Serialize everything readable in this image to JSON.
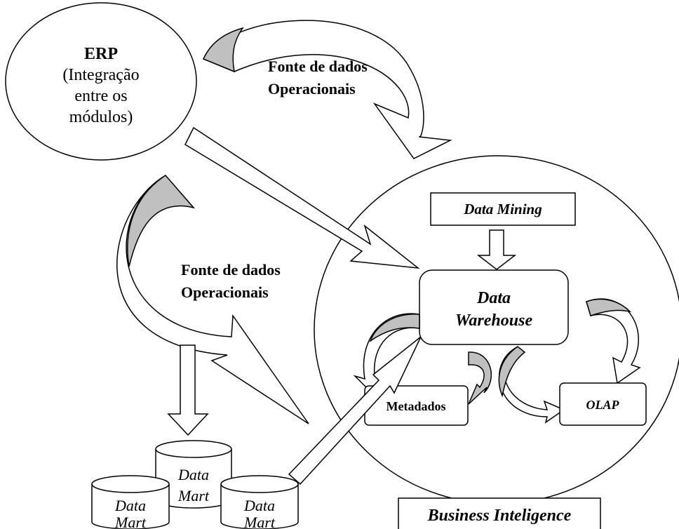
{
  "erp": {
    "title": "ERP",
    "line1": "(Integração",
    "line2": "entre os",
    "line3": "módulos)"
  },
  "source_top": {
    "line1": "Fonte de dados",
    "line2": "Operacionais"
  },
  "source_mid": {
    "line1": "Fonte de dados",
    "line2": "Operacionais"
  },
  "bi": {
    "data_mining": "Data Mining",
    "dw_line1": "Data",
    "dw_line2": "Warehouse",
    "metadados": "Metadados",
    "olap": "OLAP",
    "label": "Business Inteligence"
  },
  "data_marts": [
    {
      "line1": "Data",
      "line2": "Mart"
    },
    {
      "line1": "Data",
      "line2": "Mart"
    },
    {
      "line1": "Data",
      "line2": "Mart"
    }
  ],
  "colors": {
    "stroke": "#000000",
    "curved_arrow_fill": "#c0c0c0",
    "background": "#ffffff"
  }
}
